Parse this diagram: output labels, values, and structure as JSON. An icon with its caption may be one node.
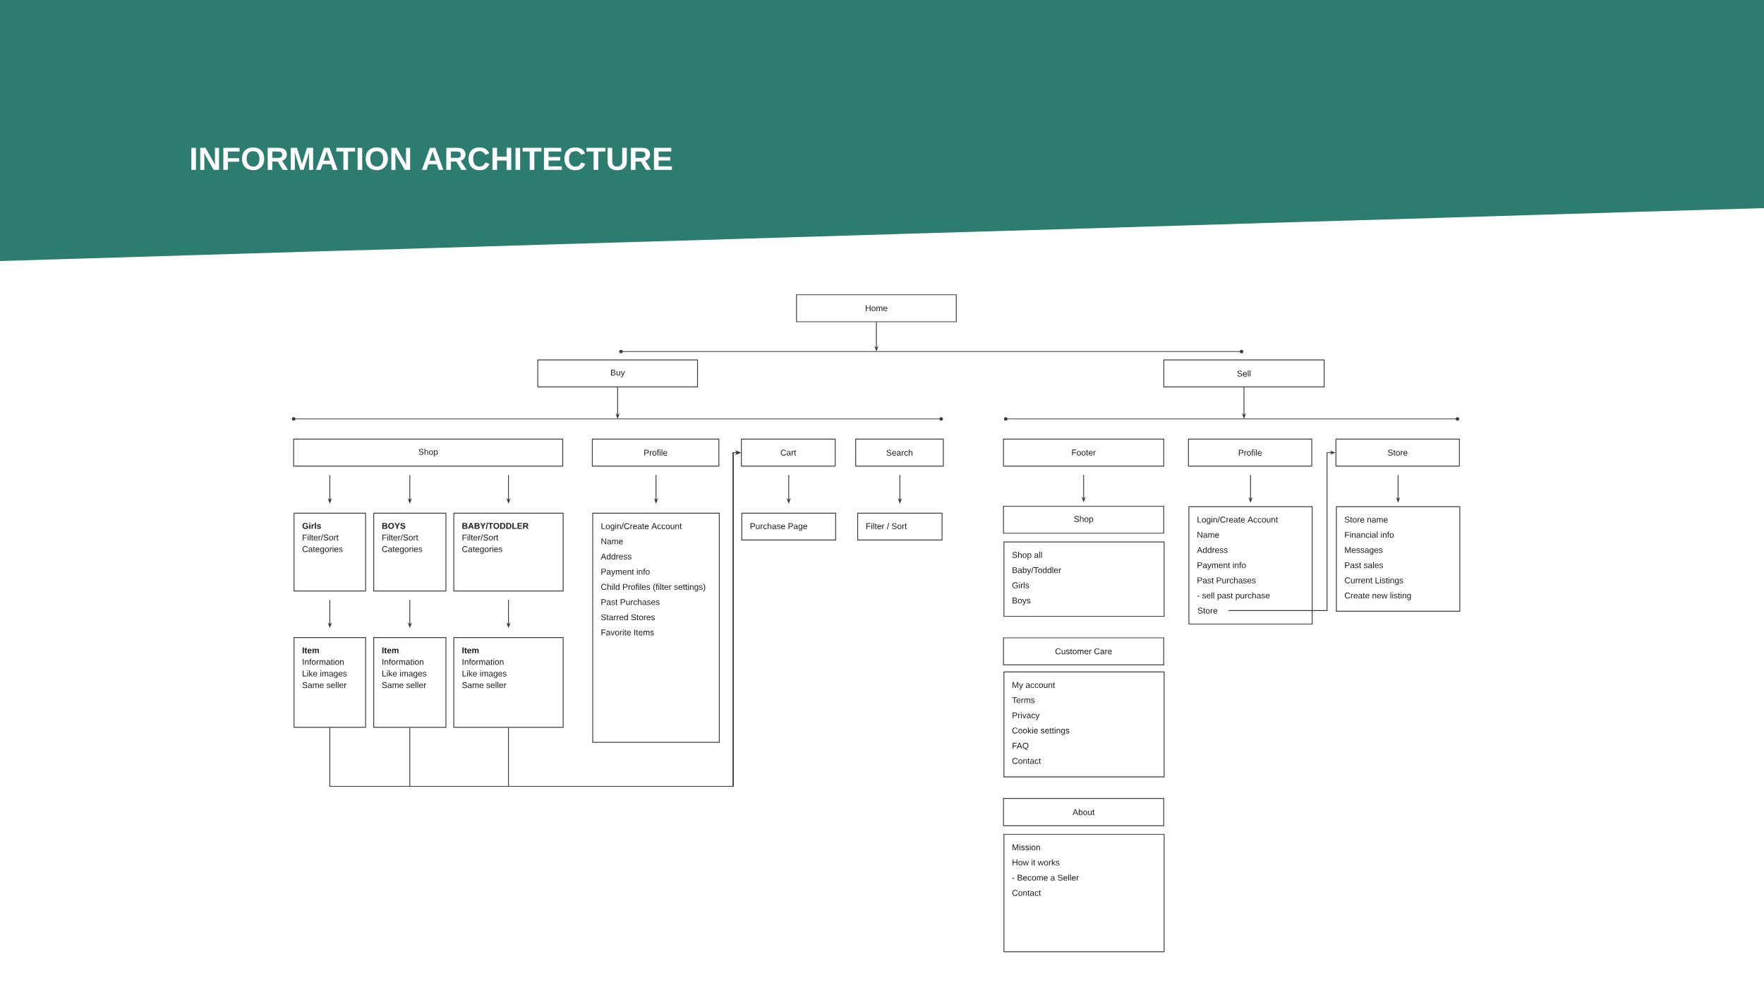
{
  "diagram": {
    "title": "INFORMATION ARCHITECTURE",
    "nodes": [
      {
        "text": [
          "Home"
        ]
      },
      {
        "text": [],
        "shape": "bar"
      },
      {
        "text": [
          "Buy"
        ]
      },
      {
        "text": [
          "Sell"
        ]
      },
      {
        "text": [],
        "shape": "bar"
      },
      {
        "text": [],
        "shape": "bar"
      },
      {
        "text": [
          "Shop"
        ]
      },
      {
        "text": [
          "Profile"
        ]
      },
      {
        "text": [
          "Cart"
        ]
      },
      {
        "text": [
          "Search"
        ]
      },
      {
        "text": [
          "Footer"
        ]
      },
      {
        "text": [
          "Profile"
        ]
      },
      {
        "text": [
          "Store"
        ]
      },
      {
        "text": [
          "Girls",
          "Filter/Sort",
          "Categories"
        ]
      },
      {
        "text": [
          "BOYS",
          "Filter/Sort",
          "Categories"
        ]
      },
      {
        "text": [
          "BABY/TODDLER",
          "Filter/Sort",
          "Categories"
        ]
      },
      {
        "text": [
          "Login/Create Account",
          "Name",
          "Address",
          "Payment info",
          "Child Profiles (filter settings)",
          "Past Purchases",
          "Starred Stores",
          "Favorite Items"
        ]
      },
      {
        "text": [
          "Purchase Page"
        ]
      },
      {
        "text": [
          "Filter / Sort"
        ]
      },
      {
        "text": [
          "Shop"
        ]
      },
      {
        "text": [
          "Login/Create Account",
          "Name",
          "Address",
          "Payment info",
          "Past Purchases",
          "- sell past purchase"
        ]
      },
      {
        "text": [
          "Store"
        ],
        "in": 20
      },
      {
        "text": [
          "Store name",
          "Financial info",
          "Messages",
          "Past sales",
          "Current Listings",
          "Create new listing"
        ]
      },
      {
        "text": [
          "Item",
          "Information",
          "Like images",
          "Same seller"
        ]
      },
      {
        "text": [
          "Item",
          "Information",
          "Like images",
          "Same seller"
        ]
      },
      {
        "text": [
          "Item",
          "Information",
          "Like images",
          "Same seller"
        ]
      },
      {
        "text": [
          "Shop all",
          "Baby/Toddler",
          "Girls",
          "Boys"
        ]
      },
      {
        "text": [
          "Customer Care"
        ]
      },
      {
        "text": [
          "My account",
          "Terms",
          "Privacy",
          "Cookie settings",
          "FAQ",
          "Contact"
        ]
      },
      {
        "text": [
          "About"
        ]
      },
      {
        "text": [
          "Mission",
          "How it works",
          "- Become a Seller",
          "Contact"
        ]
      }
    ],
    "edges": [
      {
        "from": 0,
        "to": 1,
        "arrow": "to"
      },
      {
        "from": 2,
        "to": 4,
        "arrow": "to"
      },
      {
        "from": 3,
        "to": 5,
        "arrow": "to"
      },
      {
        "from": 6,
        "to": 13,
        "arrow": "to"
      },
      {
        "from": 6,
        "to": 14,
        "arrow": "to"
      },
      {
        "from": 6,
        "to": 15,
        "arrow": "to"
      },
      {
        "from": 7,
        "to": 16,
        "arrow": "to"
      },
      {
        "from": 8,
        "to": 17,
        "arrow": "to"
      },
      {
        "from": 9,
        "to": 18,
        "arrow": "to"
      },
      {
        "from": 10,
        "to": 19,
        "arrow": "to"
      },
      {
        "from": 11,
        "to": 20,
        "arrow": "to"
      },
      {
        "from": 12,
        "to": 22,
        "arrow": "to"
      },
      {
        "from": 13,
        "to": 23,
        "arrow": "to"
      },
      {
        "from": 14,
        "to": 24,
        "arrow": "to"
      },
      {
        "from": 15,
        "to": 25,
        "arrow": "to"
      },
      {
        "from": 23,
        "to": 8,
        "arrow": "to"
      },
      {
        "from": 24,
        "to": 8,
        "arrow": "to"
      },
      {
        "from": 25,
        "to": 8,
        "arrow": "to"
      },
      {
        "from": 21,
        "to": 12,
        "arrow": "to"
      }
    ]
  }
}
